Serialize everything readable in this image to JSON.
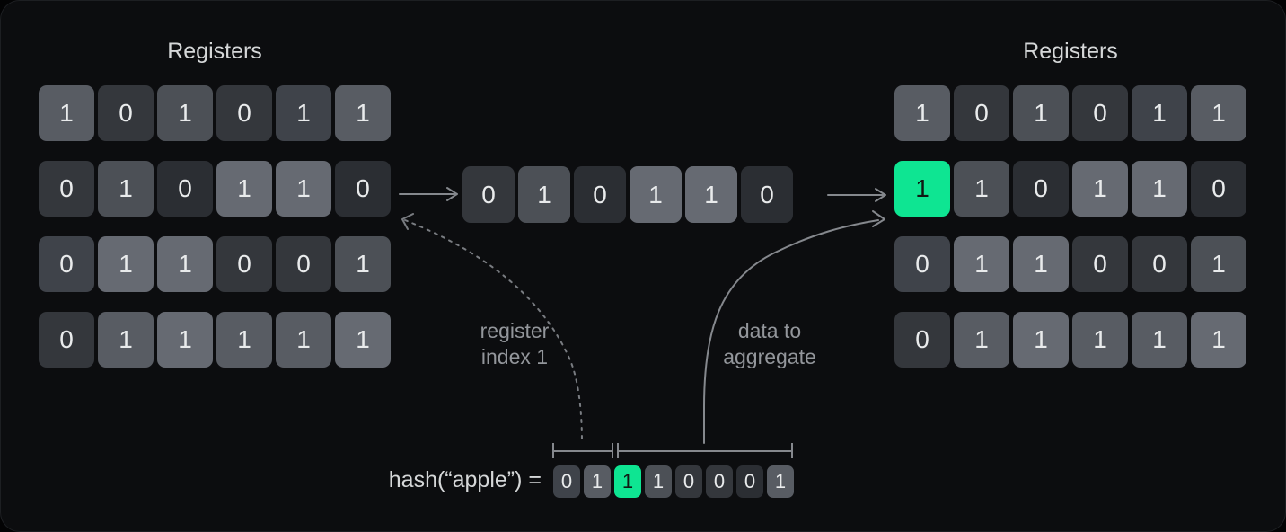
{
  "colors": {
    "page_bg": "#030304",
    "panel_bg": "#0c0d0f",
    "panel_border": "#1d1f22",
    "title_text": "#d5d7d8",
    "cell_text": "#e9ebec",
    "green_text": "#101a14",
    "arrow": "#85888d",
    "dashed_arrow": "#797c81",
    "label_text": "#93969b",
    "hash_text": "#d5d7d8"
  },
  "tones": {
    "t0": "#2b2e33",
    "t1": "#34373c",
    "t2": "#3f434a",
    "t3": "#4c5056",
    "t4": "#585c63",
    "t5": "#666a72",
    "green": "#0ee592"
  },
  "left_registers": {
    "title": "Registers",
    "rows": [
      [
        {
          "value": "1",
          "tone": "t4"
        },
        {
          "value": "0",
          "tone": "t1"
        },
        {
          "value": "1",
          "tone": "t3"
        },
        {
          "value": "0",
          "tone": "t1"
        },
        {
          "value": "1",
          "tone": "t2"
        },
        {
          "value": "1",
          "tone": "t4"
        }
      ],
      [
        {
          "value": "0",
          "tone": "t1"
        },
        {
          "value": "1",
          "tone": "t3"
        },
        {
          "value": "0",
          "tone": "t0"
        },
        {
          "value": "1",
          "tone": "t5"
        },
        {
          "value": "1",
          "tone": "t5"
        },
        {
          "value": "0",
          "tone": "t0"
        }
      ],
      [
        {
          "value": "0",
          "tone": "t2"
        },
        {
          "value": "1",
          "tone": "t5"
        },
        {
          "value": "1",
          "tone": "t5"
        },
        {
          "value": "0",
          "tone": "t1"
        },
        {
          "value": "0",
          "tone": "t1"
        },
        {
          "value": "1",
          "tone": "t3"
        }
      ],
      [
        {
          "value": "0",
          "tone": "t1"
        },
        {
          "value": "1",
          "tone": "t4"
        },
        {
          "value": "1",
          "tone": "t5"
        },
        {
          "value": "1",
          "tone": "t4"
        },
        {
          "value": "1",
          "tone": "t4"
        },
        {
          "value": "1",
          "tone": "t5"
        }
      ]
    ]
  },
  "middle_row": {
    "cells": [
      {
        "value": "0",
        "tone": "t1"
      },
      {
        "value": "1",
        "tone": "t3"
      },
      {
        "value": "0",
        "tone": "t0"
      },
      {
        "value": "1",
        "tone": "t5"
      },
      {
        "value": "1",
        "tone": "t5"
      },
      {
        "value": "0",
        "tone": "t0"
      }
    ]
  },
  "right_registers": {
    "title": "Registers",
    "rows": [
      [
        {
          "value": "1",
          "tone": "t4"
        },
        {
          "value": "0",
          "tone": "t1"
        },
        {
          "value": "1",
          "tone": "t3"
        },
        {
          "value": "0",
          "tone": "t1"
        },
        {
          "value": "1",
          "tone": "t2"
        },
        {
          "value": "1",
          "tone": "t4"
        }
      ],
      [
        {
          "value": "1",
          "tone": "green"
        },
        {
          "value": "1",
          "tone": "t3"
        },
        {
          "value": "0",
          "tone": "t0"
        },
        {
          "value": "1",
          "tone": "t5"
        },
        {
          "value": "1",
          "tone": "t5"
        },
        {
          "value": "0",
          "tone": "t0"
        }
      ],
      [
        {
          "value": "0",
          "tone": "t2"
        },
        {
          "value": "1",
          "tone": "t5"
        },
        {
          "value": "1",
          "tone": "t5"
        },
        {
          "value": "0",
          "tone": "t1"
        },
        {
          "value": "0",
          "tone": "t1"
        },
        {
          "value": "1",
          "tone": "t3"
        }
      ],
      [
        {
          "value": "0",
          "tone": "t1"
        },
        {
          "value": "1",
          "tone": "t4"
        },
        {
          "value": "1",
          "tone": "t5"
        },
        {
          "value": "1",
          "tone": "t4"
        },
        {
          "value": "1",
          "tone": "t4"
        },
        {
          "value": "1",
          "tone": "t5"
        }
      ]
    ]
  },
  "hash": {
    "label": "hash(“apple”) =",
    "bits": [
      {
        "value": "0",
        "tone": "t2"
      },
      {
        "value": "1",
        "tone": "t4"
      },
      {
        "value": "1",
        "tone": "green"
      },
      {
        "value": "1",
        "tone": "t3"
      },
      {
        "value": "0",
        "tone": "t1"
      },
      {
        "value": "0",
        "tone": "t1"
      },
      {
        "value": "0",
        "tone": "t0"
      },
      {
        "value": "1",
        "tone": "t4"
      }
    ]
  },
  "annotations": {
    "register_index": {
      "line1": "register",
      "line2": "index 1"
    },
    "data_aggregate": {
      "line1": "data to",
      "line2": "aggregate"
    }
  }
}
